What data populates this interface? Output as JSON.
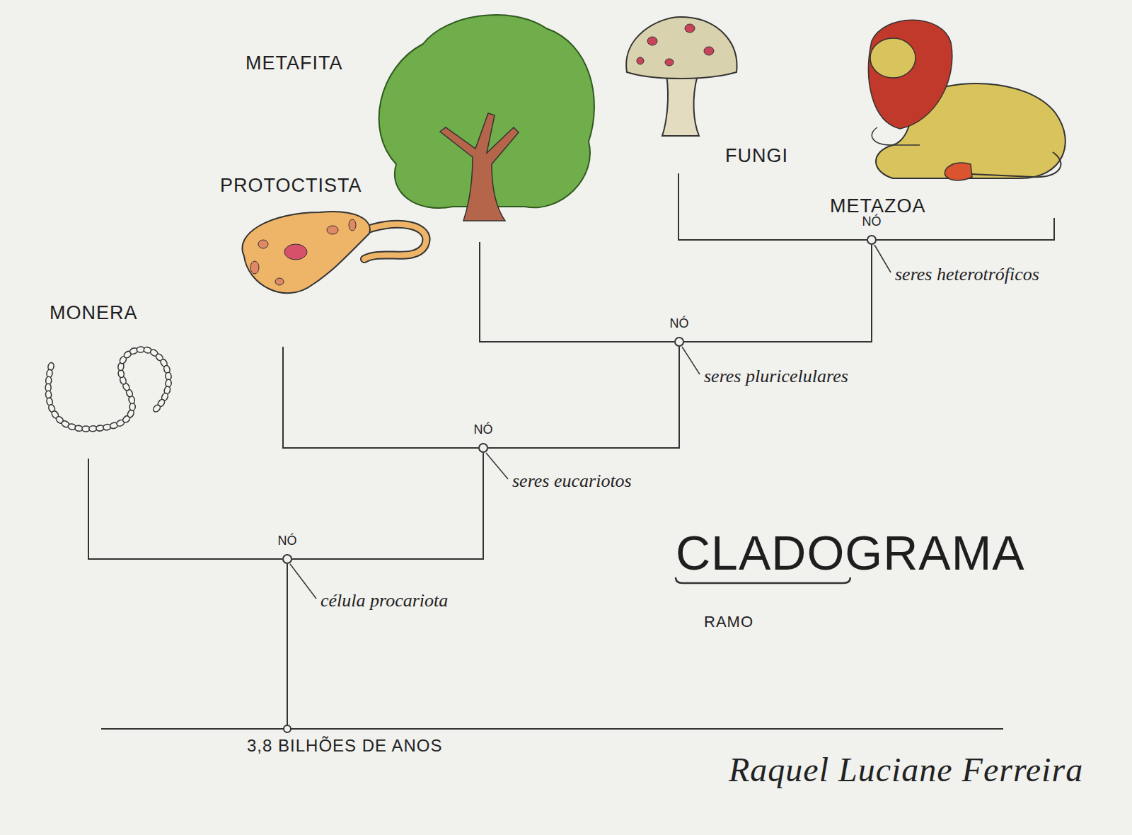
{
  "diagram": {
    "title": "CLADOGRAMA",
    "nodes": [
      {
        "text": [
          "METAFITA"
        ]
      },
      {
        "text": [
          "FUNGI"
        ]
      },
      {
        "text": [
          "METAZOA"
        ]
      },
      {
        "text": [
          "PROTOCTISTA"
        ]
      },
      {
        "text": [
          "MONERA"
        ]
      },
      {
        "text": [
          "NÓ",
          "célula procariota"
        ]
      },
      {
        "text": [
          "NÓ",
          "seres eucariotos"
        ]
      },
      {
        "text": [
          "NÓ",
          "seres pluricelulares"
        ]
      },
      {
        "text": [
          "NÓ",
          "seres heterotróficos"
        ]
      }
    ],
    "edges": [
      {
        "from": 5,
        "to": 4,
        "arrow": "none"
      },
      {
        "from": 5,
        "to": 6,
        "arrow": "none"
      },
      {
        "from": 6,
        "to": 3,
        "arrow": "none"
      },
      {
        "from": 6,
        "to": 7,
        "arrow": "none"
      },
      {
        "from": 7,
        "to": 0,
        "arrow": "none"
      },
      {
        "from": 7,
        "to": 8,
        "arrow": "none"
      },
      {
        "from": 8,
        "to": 1,
        "arrow": "none"
      },
      {
        "from": 8,
        "to": 2,
        "arrow": "none"
      }
    ],
    "labels": [
      "3,8 BILHÕES DE ANOS",
      "RAMO",
      "Raquel Luciane Ferreira"
    ]
  }
}
